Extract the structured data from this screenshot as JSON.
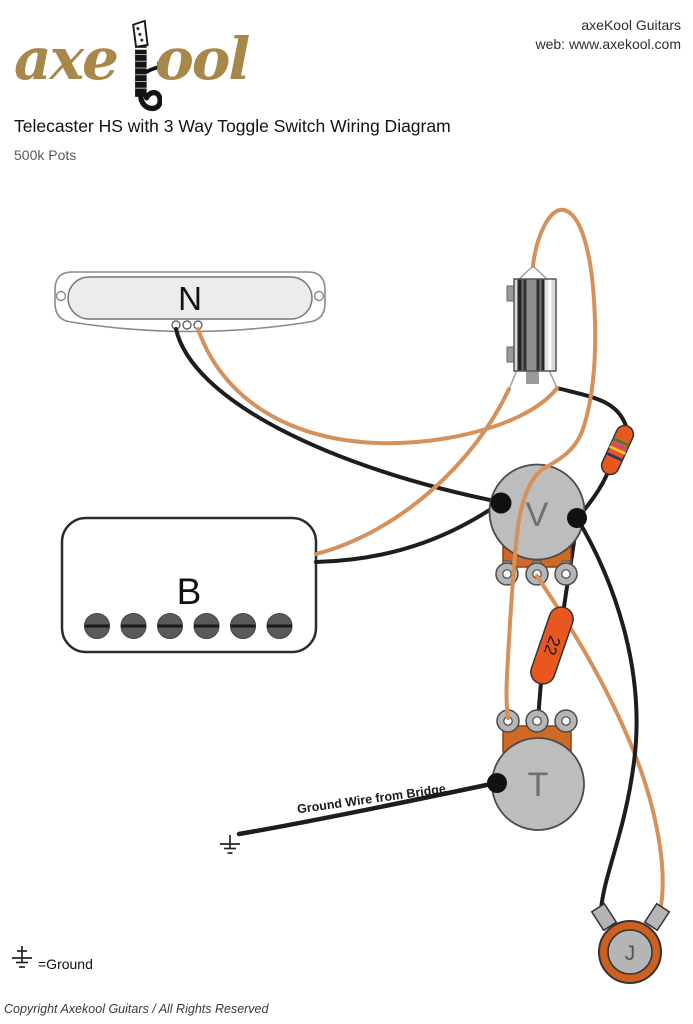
{
  "header": {
    "logo": {
      "prefix": "axe",
      "suffix": "ool"
    },
    "company": "axeKool Guitars",
    "web": "web: www.axekool.com"
  },
  "title": "Telecaster HS with 3 Way Toggle Switch Wiring Diagram",
  "subtitle": "500k Pots",
  "components": {
    "neck_pickup": {
      "label": "N"
    },
    "bridge_pickup": {
      "label": "B"
    },
    "volume_pot": {
      "label": "V"
    },
    "tone_pot": {
      "label": "T"
    },
    "capacitor": {
      "label": "22"
    },
    "output_jack": {
      "label": "J"
    },
    "toggle_switch": {
      "name": "3-way toggle switch"
    },
    "resistor": {
      "name": "resistor"
    }
  },
  "annotations": {
    "ground_wire": "Ground Wire from Bridge",
    "ground_legend": "=Ground"
  },
  "footer": "Copyright Axekool Guitars / All Rights Reserved",
  "colors": {
    "wire_orange": "#D6905A",
    "wire_black": "#1d1d1d",
    "component_orange": "#E8571D",
    "pot_base_orange": "#CE6A26",
    "jack_ring_orange": "#CD5F1F",
    "pot_gray": "#BDBDBD",
    "logo_gold": "#A8874A"
  }
}
